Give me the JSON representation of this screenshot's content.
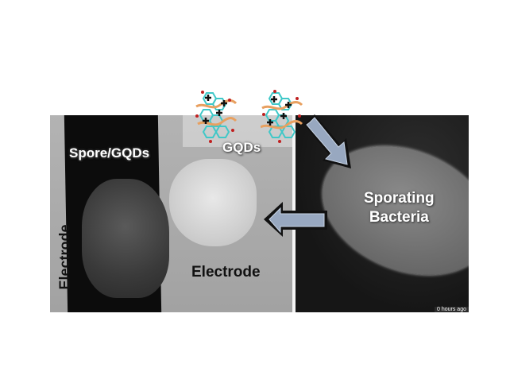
{
  "figure": {
    "left_panel": {
      "labels": {
        "spore_gqds": "Spore/GQDs",
        "gqds": "GQDs",
        "electrode_vertical": "Electrode",
        "electrode_horizontal": "Electrode"
      }
    },
    "right_panel": {
      "label_line1": "Sporating",
      "label_line2": "Bacteria",
      "caption": "0 hours ago"
    },
    "arrows": [
      {
        "direction": "down-right",
        "from": "GQDs",
        "to": "Sporating Bacteria"
      },
      {
        "direction": "left",
        "from": "Sporating Bacteria",
        "to": "Electrode"
      }
    ],
    "colors": {
      "arrow_fill": "#98a8c0",
      "arrow_outline": "#111111",
      "molecule_ring": "#40c8c8",
      "molecule_strand": "#e8a060",
      "molecule_atom": "#c02020"
    }
  }
}
